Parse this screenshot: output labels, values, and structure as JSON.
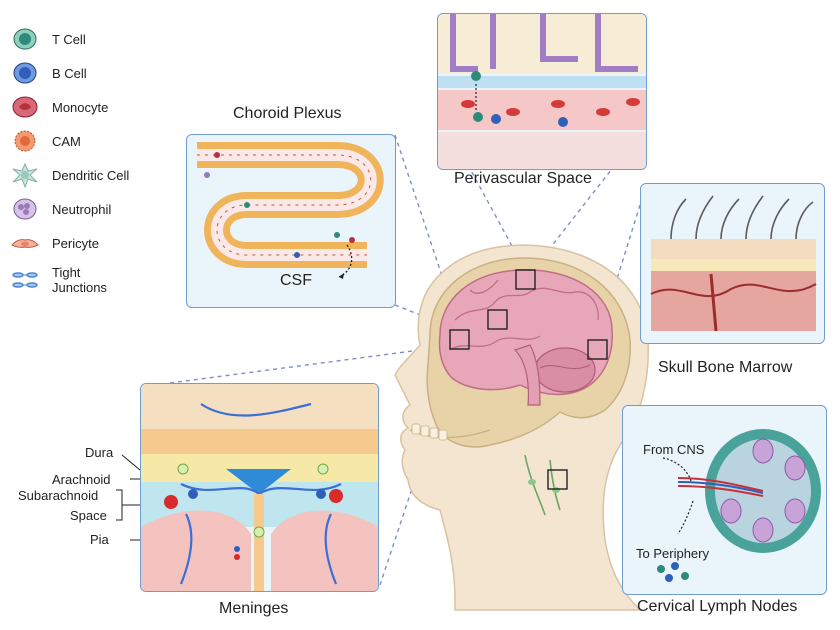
{
  "legend": [
    {
      "label": "T Cell",
      "icon": "t-cell-icon",
      "color": "#2e8b7a"
    },
    {
      "label": "B Cell",
      "icon": "b-cell-icon",
      "color": "#2f5fb8"
    },
    {
      "label": "Monocyte",
      "icon": "monocyte-icon",
      "color": "#b8303f"
    },
    {
      "label": "CAM",
      "icon": "cam-icon",
      "color": "#e2673a"
    },
    {
      "label": "Dendritic Cell",
      "icon": "dendritic-cell-icon",
      "color": "#9cc9bd"
    },
    {
      "label": "Neutrophil",
      "icon": "neutrophil-icon",
      "color": "#9b78b8"
    },
    {
      "label": "Pericyte",
      "icon": "pericyte-icon",
      "color": "#e9846a"
    },
    {
      "label": "Tight\nJunctions",
      "icon": "tight-junctions-icon",
      "color": "#4a86d4"
    }
  ],
  "panels": {
    "choroid_plexus": {
      "title": "Choroid Plexus",
      "csf_label": "CSF"
    },
    "perivascular": {
      "title": "Perivascular Space"
    },
    "skull_marrow": {
      "title": "Skull Bone Marrow"
    },
    "meninges": {
      "title": "Meninges",
      "layers": [
        "Dura",
        "Arachnoid",
        "Subarachnoid",
        "Space",
        "Pia"
      ]
    },
    "lymph_nodes": {
      "title": "Cervical Lymph Nodes",
      "from_label": "From CNS",
      "to_label": "To Periphery"
    }
  },
  "colors": {
    "panel_border": "#6f9dd0",
    "panel_fill": "#eaf4fb",
    "dashed_line": "#7f8fc4",
    "skin": "#f3e5cf",
    "brain": "#e7a7b8"
  }
}
